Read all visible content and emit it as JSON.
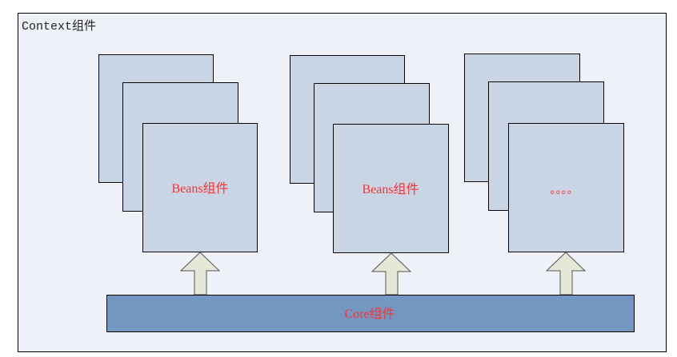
{
  "context": {
    "label": "Context组件"
  },
  "stacks": [
    {
      "label": "Beans组件"
    },
    {
      "label": "Beans组件"
    },
    {
      "label": "。。。。"
    }
  ],
  "core": {
    "label": "Core组件"
  },
  "colors": {
    "background": "#eef1f7",
    "card": "#c9d5e4",
    "core": "#7298c1",
    "arrow": "#e5e8d6",
    "label_red": "#ff3030",
    "text": "#222222"
  }
}
